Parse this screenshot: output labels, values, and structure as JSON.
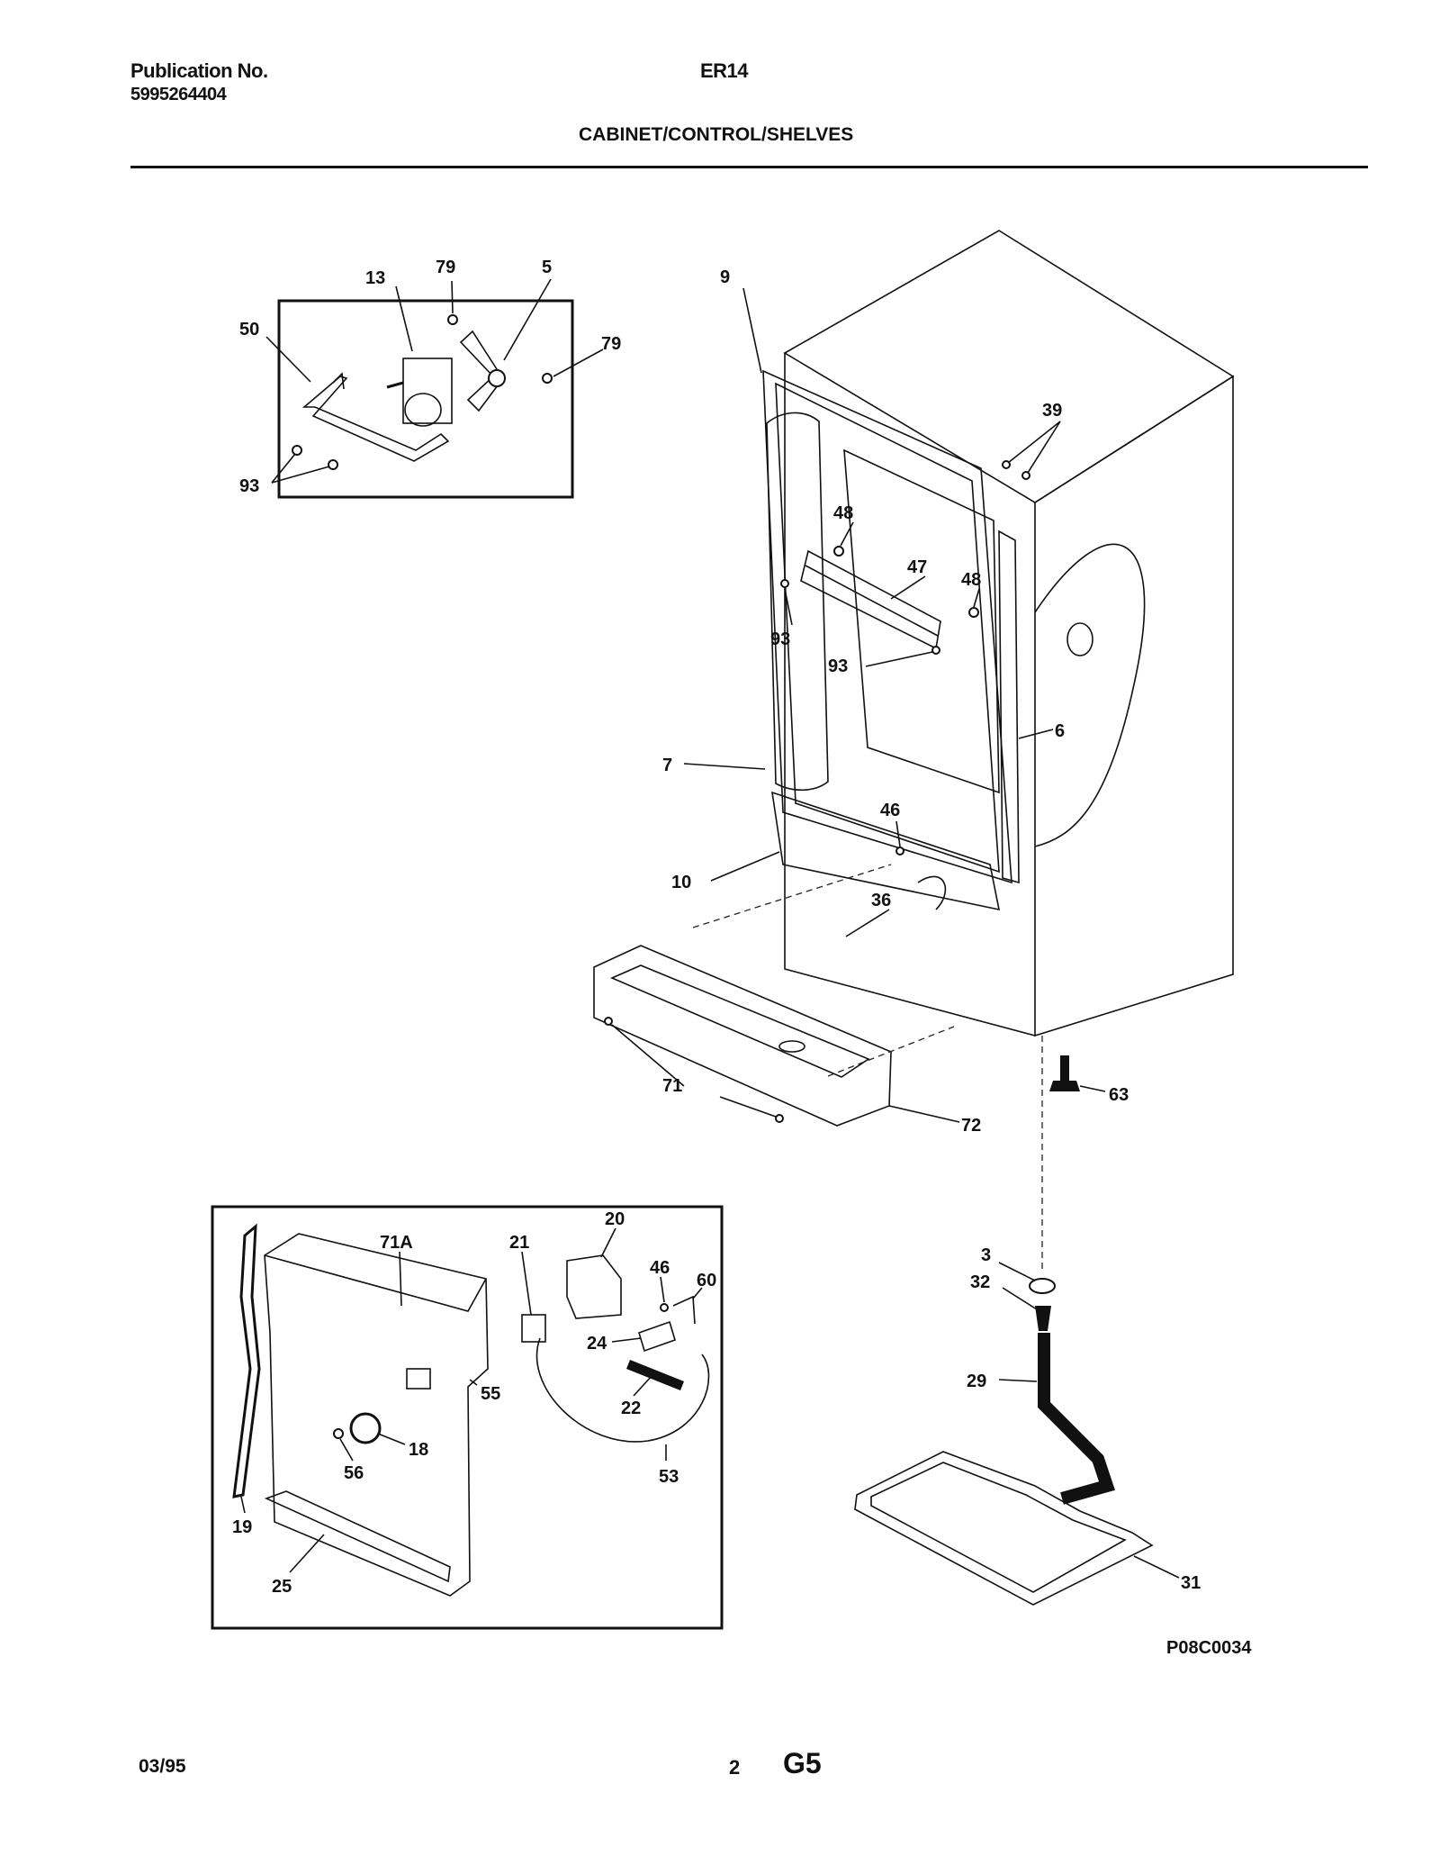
{
  "header": {
    "publication_label": "Publication No.",
    "publication_number": "5995264404",
    "model": "ER14",
    "section_title": "CABINET/CONTROL/SHELVES"
  },
  "diagram_code": "P08C0034",
  "callouts": {
    "c13": "13",
    "c79a": "79",
    "c5": "5",
    "c79b": "79",
    "c50": "50",
    "c93a": "93",
    "c9": "9",
    "c39": "39",
    "c48a": "48",
    "c47": "47",
    "c48b": "48",
    "c93b": "93",
    "c93c": "93",
    "c6": "6",
    "c7": "7",
    "c46a": "46",
    "c10": "10",
    "c36": "36",
    "c71": "71",
    "c72": "72",
    "c63": "63",
    "c71A": "71A",
    "c21": "21",
    "c20": "20",
    "c46b": "46",
    "c60": "60",
    "c24": "24",
    "c22": "22",
    "c55": "55",
    "c18": "18",
    "c56": "56",
    "c53": "53",
    "c19": "19",
    "c25": "25",
    "c3": "3",
    "c32": "32",
    "c29": "29",
    "c31": "31"
  },
  "footer": {
    "date": "03/95",
    "page_number": "2",
    "page_code": "G5"
  }
}
